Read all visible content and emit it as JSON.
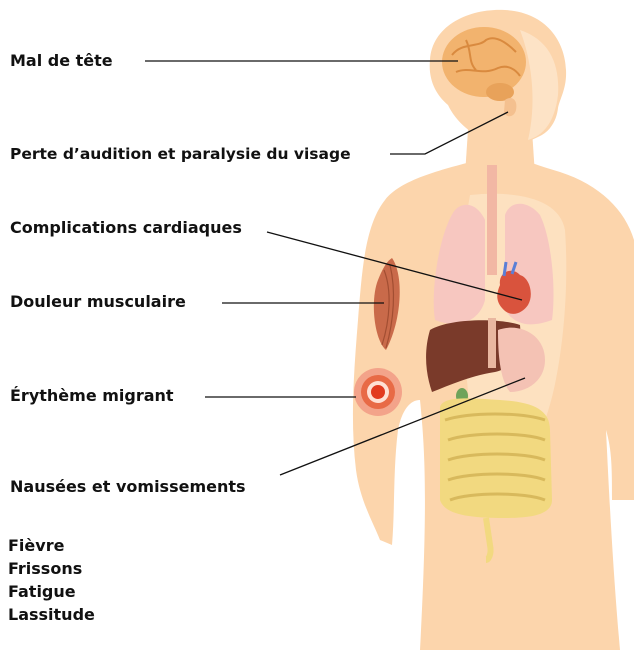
{
  "symptoms": {
    "headache": "Mal de tête",
    "hearing_face": "Perte d’audition et paralysie du visage",
    "cardiac": "Complications cardiaques",
    "muscle": "Douleur musculaire",
    "erythema": "Érythème migrant",
    "nausea": "Nausées et vomissements"
  },
  "general_symptoms": [
    "Fièvre",
    "Frissons",
    "Fatigue",
    "Lassitude"
  ],
  "colors": {
    "skin": "#fcd5ac",
    "skin_light": "#fde3c6",
    "brain": "#f2b36e",
    "lung": "#f7c7c0",
    "liver": "#7a3a2a",
    "heart": "#d9533d",
    "intestine": "#f2d980",
    "muscle": "#c96a4a",
    "rash_outer": "#f3a38a",
    "rash_inner": "#e23a1f",
    "line": "#111111"
  }
}
